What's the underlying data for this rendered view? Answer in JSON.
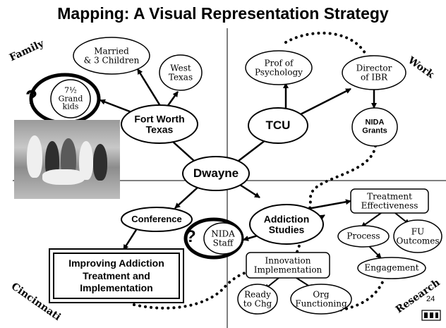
{
  "title": "Mapping:  A Visual Representation Strategy",
  "quadrants": {
    "family": "Family",
    "work": "Work",
    "cincinnati": "Cincinnati",
    "research": "Research"
  },
  "nodes": {
    "center": "Dwayne",
    "married": [
      "Married",
      "& 3 Children"
    ],
    "west_texas": [
      "West",
      "Texas"
    ],
    "grandkids": [
      "7½",
      "Grand",
      "kids"
    ],
    "fort_worth": [
      "Fort Worth",
      "Texas"
    ],
    "tcu": "TCU",
    "prof": [
      "Prof of",
      "Psychology"
    ],
    "director": [
      "Director",
      "of IBR"
    ],
    "nida_grants": [
      "NIDA",
      "Grants"
    ],
    "conference": "Conference",
    "nida_staff": [
      "NIDA",
      "Staff"
    ],
    "addiction_studies": [
      "Addiction",
      "Studies"
    ],
    "improving": [
      "Improving Addiction",
      "Treatment and",
      "Implementation"
    ],
    "treatment_effectiveness": [
      "Treatment",
      "Effectiveness"
    ],
    "process": "Process",
    "fu_outcomes": [
      "FU",
      "Outcomes"
    ],
    "engagement": "Engagement",
    "innovation": [
      "Innovation",
      "Implementation"
    ],
    "ready": [
      "Ready",
      "to Chg"
    ],
    "org": [
      "Org",
      "Functioning"
    ]
  },
  "question_marks": [
    "?",
    "?"
  ],
  "page_number": "24"
}
